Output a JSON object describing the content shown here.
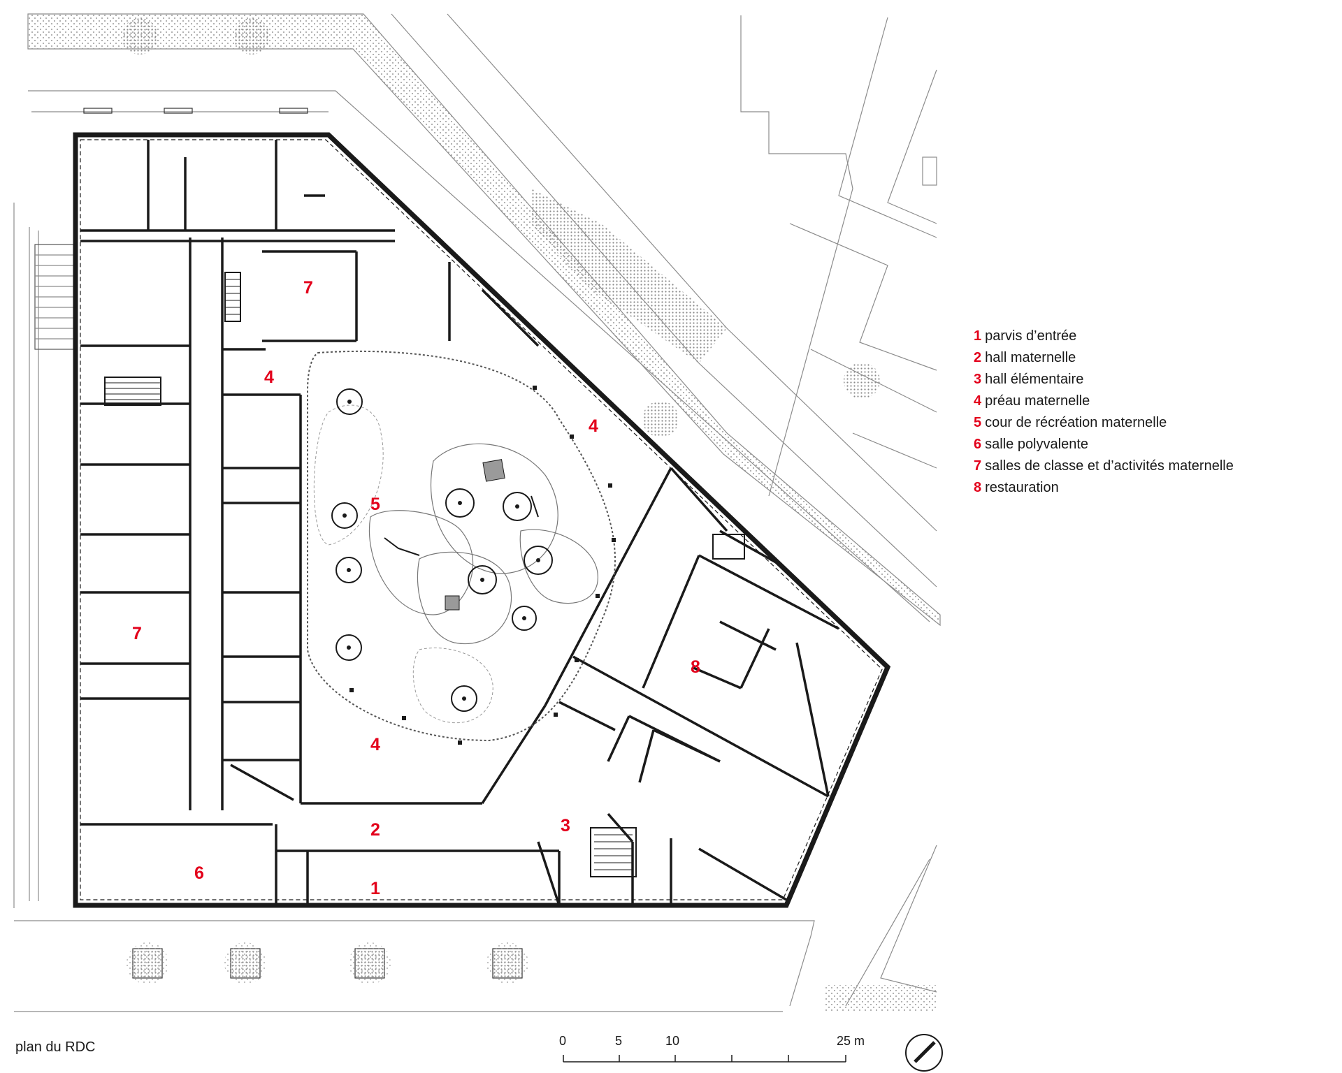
{
  "plan_labels": [
    {
      "num": "1"
    },
    {
      "num": "2"
    },
    {
      "num": "3"
    },
    {
      "num": "4"
    },
    {
      "num": "4"
    },
    {
      "num": "4"
    },
    {
      "num": "5"
    },
    {
      "num": "6"
    },
    {
      "num": "7"
    },
    {
      "num": "7"
    },
    {
      "num": "8"
    }
  ],
  "legend": [
    {
      "num": "1",
      "text": "parvis d’entrée"
    },
    {
      "num": "2",
      "text": "hall maternelle"
    },
    {
      "num": "3",
      "text": "hall élémentaire"
    },
    {
      "num": "4",
      "text": "préau maternelle"
    },
    {
      "num": "5",
      "text": "cour de récréation maternelle"
    },
    {
      "num": "6",
      "text": "salle polyvalente"
    },
    {
      "num": "7",
      "text": "salles de classe et d’activités maternelle"
    },
    {
      "num": "8",
      "text": "restauration"
    }
  ],
  "caption": "plan du RDC",
  "scale": {
    "labels": [
      "0",
      "5",
      "10",
      "25 m"
    ]
  },
  "colors": {
    "accent": "#e3001b",
    "line": "#1a1a1a",
    "hatch": "#bdbdbd"
  },
  "icons": {
    "north": "north-arrow-icon"
  }
}
